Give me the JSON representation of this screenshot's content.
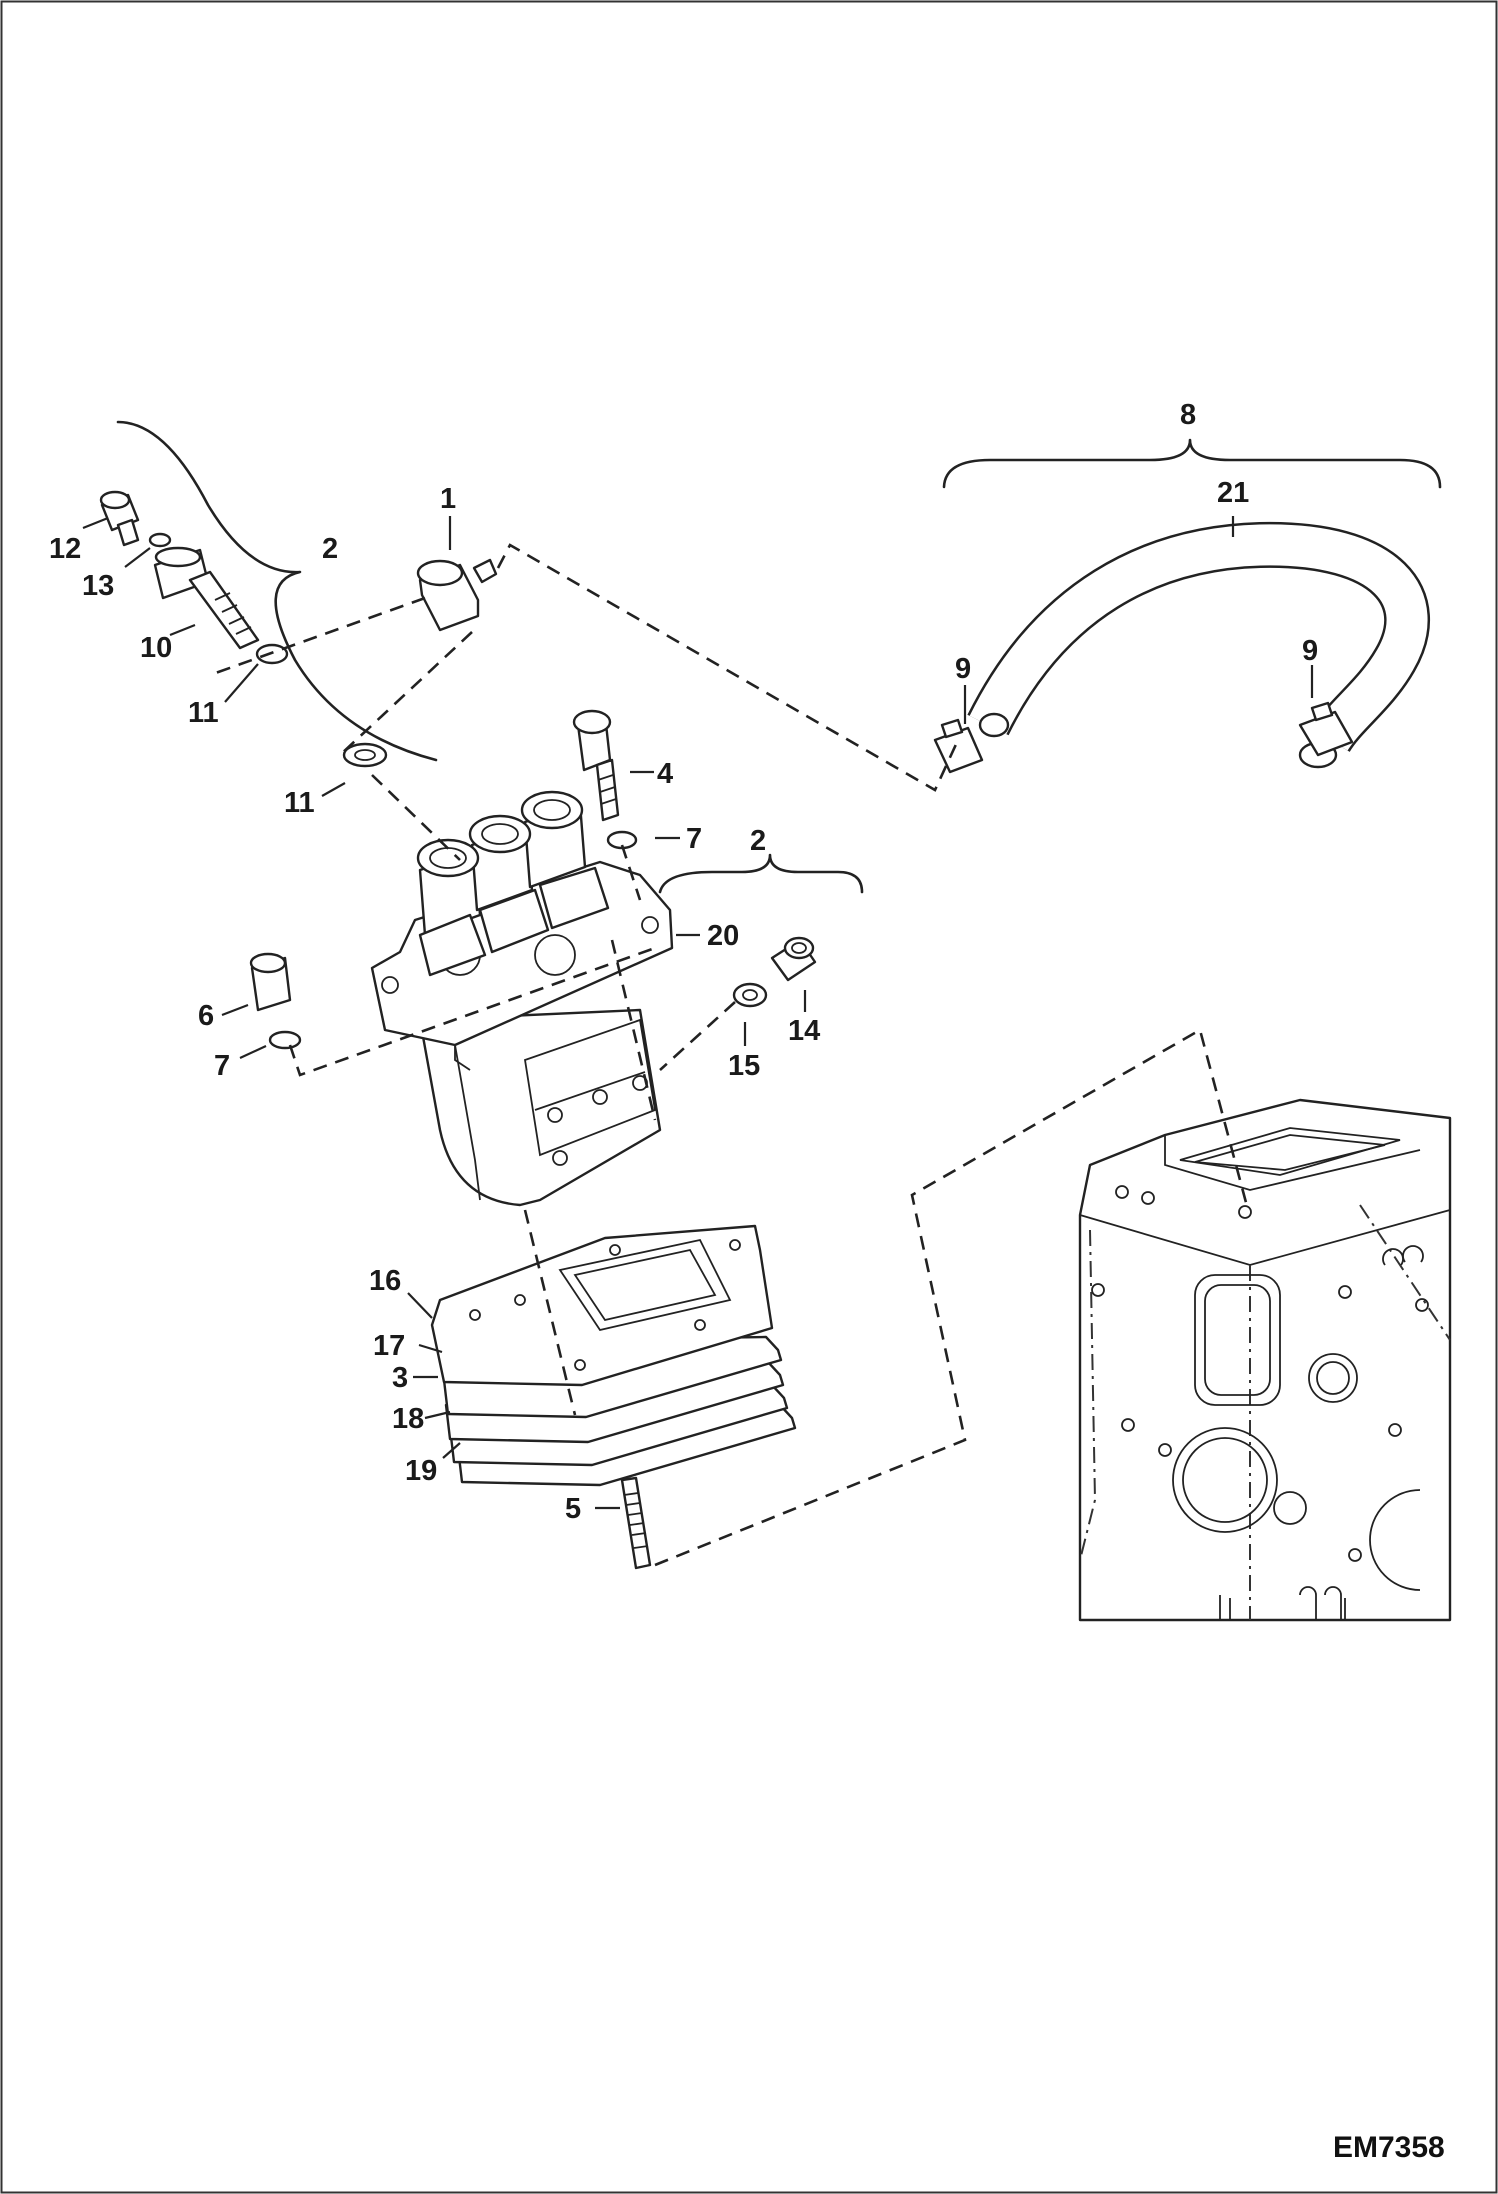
{
  "figure_id": "EM7358",
  "callouts": {
    "c1": "1",
    "c2_upper": "2",
    "c2_lower": "2",
    "c3": "3",
    "c4": "4",
    "c5": "5",
    "c6": "6",
    "c7_left": "7",
    "c7_right": "7",
    "c8": "8",
    "c9_left": "9",
    "c9_right": "9",
    "c10": "10",
    "c11_upper": "11",
    "c11_lower": "11",
    "c12": "12",
    "c13": "13",
    "c14": "14",
    "c15": "15",
    "c16": "16",
    "c17": "17",
    "c18": "18",
    "c19": "19",
    "c20": "20",
    "c21": "21"
  }
}
